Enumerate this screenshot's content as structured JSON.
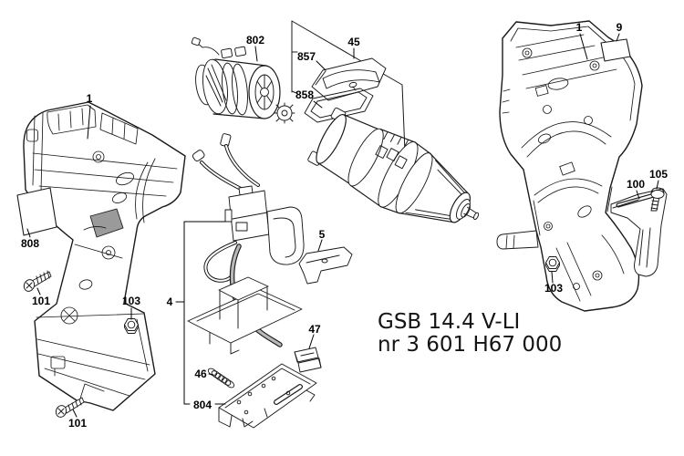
{
  "diagram": {
    "product_model": "GSB 14.4 V-LI",
    "product_number": "nr 3 601 H67 000"
  },
  "part_labels": {
    "left_housing": "1",
    "sticker_left": "808",
    "screw_upper": "101",
    "nut_left": "103",
    "screw_lower": "101",
    "switch_assembly": "4",
    "motor": "802",
    "gear_unit": "45",
    "gear_clip": "857",
    "gear_seal": "858",
    "retaining_clip": "5",
    "push_button": "47",
    "spring": "46",
    "base_plate": "804",
    "right_housing": "1",
    "sticker_right": "9",
    "belt_clip": "100",
    "belt_clip_screw": "105",
    "nut_right": "103"
  }
}
